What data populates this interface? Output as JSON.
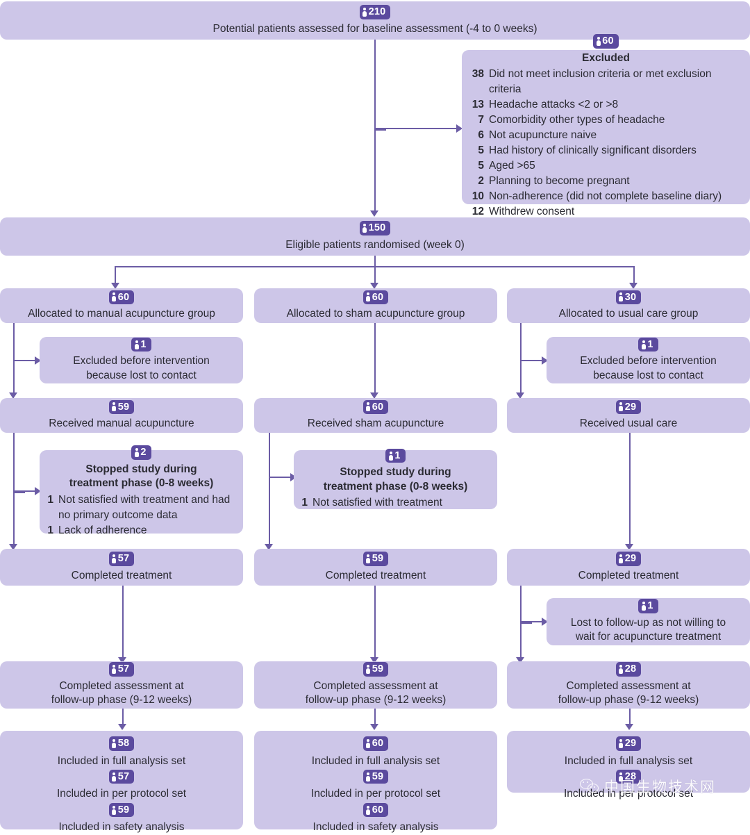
{
  "figure": {
    "type": "consort-flow-diagram",
    "title": "CONSORT participant flow diagram",
    "colors": {
      "box_fill": "#cdc6e8",
      "badge_fill": "#5b4a9e",
      "connector": "#6b5ca5",
      "text": "#2b2b33",
      "background": "#ffffff"
    },
    "badge_icon": "person-icon"
  },
  "nodes": {
    "assessed": {
      "count": "210",
      "caption": "Potential patients assessed for baseline assessment (-4 to 0 weeks)"
    },
    "excluded": {
      "count": "60",
      "title": "Excluded",
      "reasons": [
        {
          "n": "38",
          "text": "Did not meet inclusion criteria or met exclusion criteria"
        },
        {
          "n": "13",
          "text": "Headache attacks <2 or >8"
        },
        {
          "n": "7",
          "text": "Comorbidity other types of headache"
        },
        {
          "n": "6",
          "text": "Not acupuncture naive"
        },
        {
          "n": "5",
          "text": "Had history of clinically significant disorders"
        },
        {
          "n": "5",
          "text": "Aged >65"
        },
        {
          "n": "2",
          "text": "Planning to become pregnant"
        },
        {
          "n": "10",
          "text": "Non-adherence (did not complete baseline diary)"
        },
        {
          "n": "12",
          "text": "Withdrew consent"
        }
      ]
    },
    "randomised": {
      "count": "150",
      "caption": "Eligible patients randomised (week 0)"
    },
    "allocated": [
      {
        "count": "60",
        "caption": "Allocated to manual acupuncture group"
      },
      {
        "count": "60",
        "caption": "Allocated to sham acupuncture group"
      },
      {
        "count": "30",
        "caption": "Allocated to usual care group"
      }
    ],
    "excluded_before_intervention": [
      {
        "count": "1",
        "line1": "Excluded before intervention",
        "line2": "because lost to contact"
      },
      {
        "count": "1",
        "line1": "Excluded before intervention",
        "line2": "because lost to contact"
      }
    ],
    "received": [
      {
        "count": "59",
        "caption": "Received manual acupuncture"
      },
      {
        "count": "60",
        "caption": "Received sham acupuncture"
      },
      {
        "count": "29",
        "caption": "Received usual care"
      }
    ],
    "stopped_study": [
      {
        "count": "2",
        "title_line1": "Stopped study during",
        "title_line2": "treatment phase (0-8 weeks)",
        "reasons": [
          {
            "n": "1",
            "text": "Not satisfied with treatment and had no primary outcome data"
          },
          {
            "n": "1",
            "text": "Lack of adherence"
          }
        ]
      },
      {
        "count": "1",
        "title_line1": "Stopped study during",
        "title_line2": "treatment phase (0-8 weeks)",
        "reasons": [
          {
            "n": "1",
            "text": "Not satisfied with treatment"
          }
        ]
      }
    ],
    "completed_treatment": [
      {
        "count": "57",
        "caption": "Completed treatment"
      },
      {
        "count": "59",
        "caption": "Completed treatment"
      },
      {
        "count": "29",
        "caption": "Completed treatment"
      }
    ],
    "lost_followup": {
      "count": "1",
      "line1": "Lost to follow-up as not willing to",
      "line2": "wait for acupuncture treatment"
    },
    "completed_assessment": [
      {
        "count": "57",
        "line1": "Completed assessment at",
        "line2": "follow-up phase (9-12 weeks)"
      },
      {
        "count": "59",
        "line1": "Completed assessment at",
        "line2": "follow-up phase (9-12 weeks)"
      },
      {
        "count": "28",
        "line1": "Completed assessment at",
        "line2": "follow-up phase (9-12 weeks)"
      }
    ],
    "analysis_sets": [
      {
        "entries": [
          {
            "count": "58",
            "caption": "Included in full analysis set"
          },
          {
            "count": "57",
            "caption": "Included in per protocol set"
          },
          {
            "count": "59",
            "caption": "Included in safety analysis"
          }
        ]
      },
      {
        "entries": [
          {
            "count": "60",
            "caption": "Included in full analysis set"
          },
          {
            "count": "59",
            "caption": "Included in per protocol set"
          },
          {
            "count": "60",
            "caption": "Included in safety analysis"
          }
        ]
      },
      {
        "entries": [
          {
            "count": "29",
            "caption": "Included in full analysis set"
          },
          {
            "count": "28",
            "caption": "Included in per protocol set"
          }
        ]
      }
    ]
  },
  "watermark": {
    "text": "中国生物技术网",
    "logo": "wechat-logo"
  }
}
